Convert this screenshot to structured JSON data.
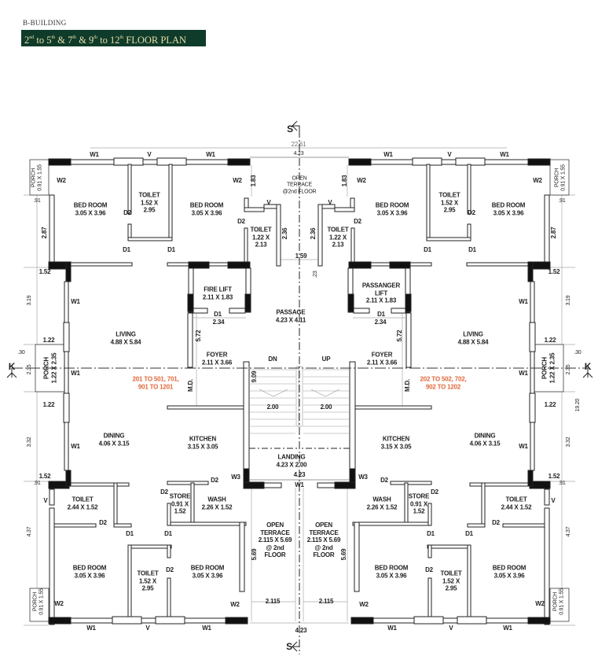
{
  "header": {
    "building": "B-BUILDING",
    "title": [
      {
        "t": "2",
        "s": "nd"
      },
      {
        "t": " to 5",
        "s": "th"
      },
      {
        "t": " & 7",
        "s": "th"
      },
      {
        "t": " & 9",
        "s": "th"
      },
      {
        "t": " to 12",
        "s": "th"
      },
      {
        "t": " FLOOR PLAN",
        "s": ""
      }
    ]
  },
  "colors": {
    "title_bg": "#0f3b2b",
    "title_text": "#e8dfa6",
    "unit_numbers": "#e0683c"
  },
  "labels": {
    "dim_total": "22.61",
    "dim_top": "4.23",
    "section_s_top": "S",
    "section_s_bottom": "S",
    "section_k_left": "K",
    "section_k_right": "K",
    "terrace_top": "OPEN\nTERRACE\n@2nd FLOOR",
    "dim_159": "1.59",
    "dim_023": ".23",
    "passage": "PASSAGE\n4.23 X 4.11",
    "dn": "DN",
    "up": "UP",
    "dim_909": "9.09",
    "dim_1920": "19.20",
    "landing": "LANDING\n4.23 X 2.00",
    "landing_dim": "4.23",
    "landing_w1": "W1",
    "bottom_dim": "4.23",
    "L": {
      "w1a": "W1",
      "v_top": "V",
      "w1b": "W1",
      "porch_top": "PORCH\n0.91 X 1.55",
      "w2a": "W2",
      "w2b": "W2",
      "d091": ".91",
      "toilet_a": "TOILET\n1.52 X\n2.95",
      "bed_a": "BED ROOM\n3.05 X 3.96",
      "bed_b": "BED ROOM\n3.05 X 3.96",
      "d2a": "D2",
      "d2b": "D2",
      "d287": "2.87",
      "d1a": "D1",
      "d1b": "D1",
      "d183": "1.83",
      "v_small": "V",
      "toilet_b": "TOILET\n1.22 X\n2.13",
      "d236": "2.36",
      "d152a": "1.52",
      "d319": "3.19",
      "w1_living": "W1",
      "lift": "FIRE LIFT\n2.11 X 1.83",
      "lift_d1": "D1",
      "lift_234": "2.34",
      "living": "LIVING\n4.88 X 5.84",
      "d572": "5.72",
      "d122a": "1.22",
      "d030": ".30",
      "d235": "2.35",
      "porch_mid": "PORCH\n1.22 X 2.35",
      "w1_porch": "W1",
      "foyer": "FOYER\n2.11 X 3.66",
      "units": "201 TO 501, 701,\n901 TO 1201",
      "md": "M.D.",
      "d122b": "1.22",
      "stair_200": "2.00",
      "dining": "DINING\n4.06 X 3.15",
      "kitchen": "KITCHEN\n3.15 X 3.05",
      "d332": "3.32",
      "w1_dining": "W1",
      "d152b": "1.52",
      "d091b": ".91",
      "wash_d2": "D2",
      "w3": "W3",
      "store_d2": "D2",
      "store": "STORE\n0.91 X\n1.52",
      "wash": "WASH\n2.26 X 1.52",
      "toilet_c": "TOILET\n2.44 X 1.52",
      "v_toilet": "V",
      "toilet_c_d2": "D2",
      "d437": "4.37",
      "d1c": "D1",
      "d1d": "D1",
      "terrace": "OPEN\nTERRACE\n2.115 X 5.69\n@ 2nd\nFLOOR",
      "d569": "5.69",
      "bed_c": "BED ROOM\n3.05 X 3.96",
      "bed_d": "BED ROOM\n3.05 X 3.96",
      "toilet_d": "TOILET\n1.52 X\n2.95",
      "toilet_d_d2": "D2",
      "porch_bot": "PORCH\n0.91 X 1.55",
      "w2c": "W2",
      "w2d": "W2",
      "d2115": "2.115",
      "w1c": "W1",
      "v_bot": "V",
      "w1d": "W1"
    },
    "R": {
      "w1a": "W1",
      "v_top": "V",
      "w1b": "W1",
      "porch_top": "PORCH\n0.91 X 1.55",
      "w2a": "W2",
      "w2b": "W2",
      "d091": ".91",
      "toilet_a": "TOILET\n1.52 X\n2.95",
      "bed_a": "BED ROOM\n3.05 X 3.96",
      "bed_b": "BED ROOM\n3.05 X 3.96",
      "d2a": "D2",
      "d2b": "D2",
      "d287": "2.87",
      "d1a": "D1",
      "d1b": "D1",
      "d183": "1.83",
      "v_small": "V",
      "toilet_b": "TOILET\n1.22 X\n2.13",
      "d236": "2.36",
      "d152a": "1.52",
      "d319": "3.19",
      "w1_living": "W1",
      "lift": "PASSANGER\nLIFT\n2.11 X 1.83",
      "lift_d1": "D1",
      "lift_234": "2.34",
      "living": "LIVING\n4.88 X 5.84",
      "d572": "5.72",
      "d122a": "1.22",
      "d030": ".30",
      "d235": "2.35",
      "porch_mid": "PORCH\n1.22 X 2.35",
      "w1_porch": "W1",
      "foyer": "FOYER\n2.11 X 3.66",
      "units": "202 TO 502, 702,\n902 TO 1202",
      "md": "M.D.",
      "d122b": "1.22",
      "stair_200": "2.00",
      "dining": "DINING\n4.06 X 3.15",
      "kitchen": "KITCHEN\n3.15 X 3.05",
      "d332": "3.32",
      "w1_dining": "W1",
      "d152b": "1.52",
      "d091b": ".91",
      "wash_d2": "D2",
      "w3": "W3",
      "store_d2": "D2",
      "store": "STORE\n0.91 X\n1.52",
      "wash": "WASH\n2.26 X 1.52",
      "toilet_c": "TOILET\n2.44 X 1.52",
      "v_toilet": "V",
      "toilet_c_d2": "D2",
      "d437": "4.37",
      "d1c": "D1",
      "d1d": "D1",
      "terrace": "OPEN\nTERRACE\n2.115 X 5.69\n@ 2nd\nFLOOR",
      "d569": "5.69",
      "bed_c": "BED ROOM\n3.05 X 3.96",
      "bed_d": "BED ROOM\n3.05 X 3.96",
      "toilet_d": "TOILET\n1.52 X\n2.95",
      "toilet_d_d2": "D2",
      "porch_bot": "PORCH\n0.91 X 1.55",
      "w2c": "W2",
      "w2d": "W2",
      "d2115": "2.115",
      "w1c": "W1",
      "v_bot": "V",
      "w1d": "W1"
    }
  }
}
